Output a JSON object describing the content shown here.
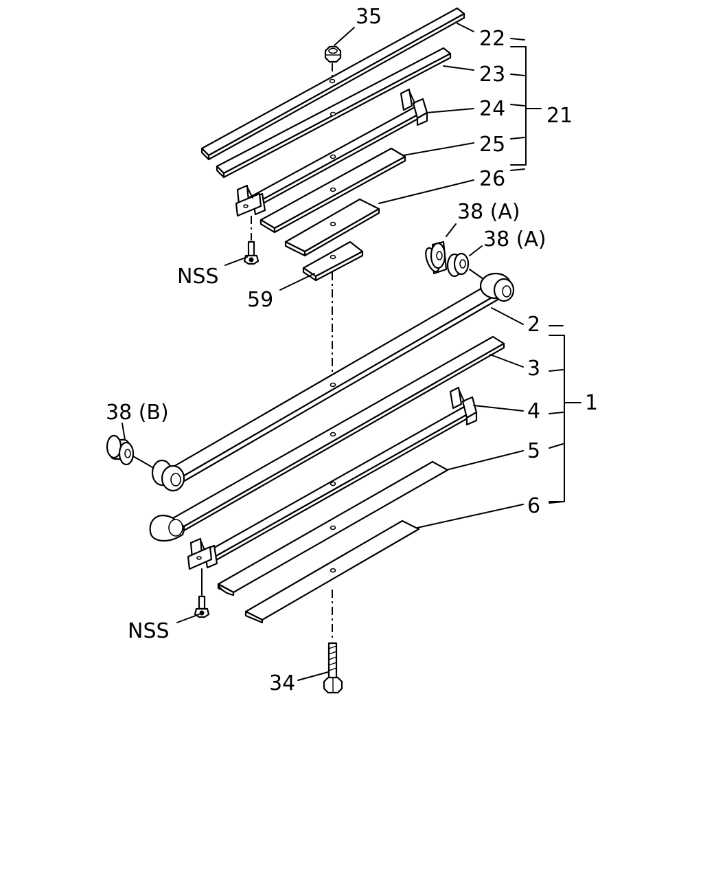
{
  "callouts": {
    "c35": "35",
    "c22": "22",
    "c23": "23",
    "c24": "24",
    "c25": "25",
    "c26": "26",
    "c21": "21",
    "c38a_1": "38 (A)",
    "c38a_2": "38 (A)",
    "nss_top": "NSS",
    "c59": "59",
    "c2": "2",
    "c3": "3",
    "c4": "4",
    "c5": "5",
    "c6": "6",
    "c1": "1",
    "c38b": "38 (B)",
    "nss_bottom": "NSS",
    "c34": "34"
  }
}
